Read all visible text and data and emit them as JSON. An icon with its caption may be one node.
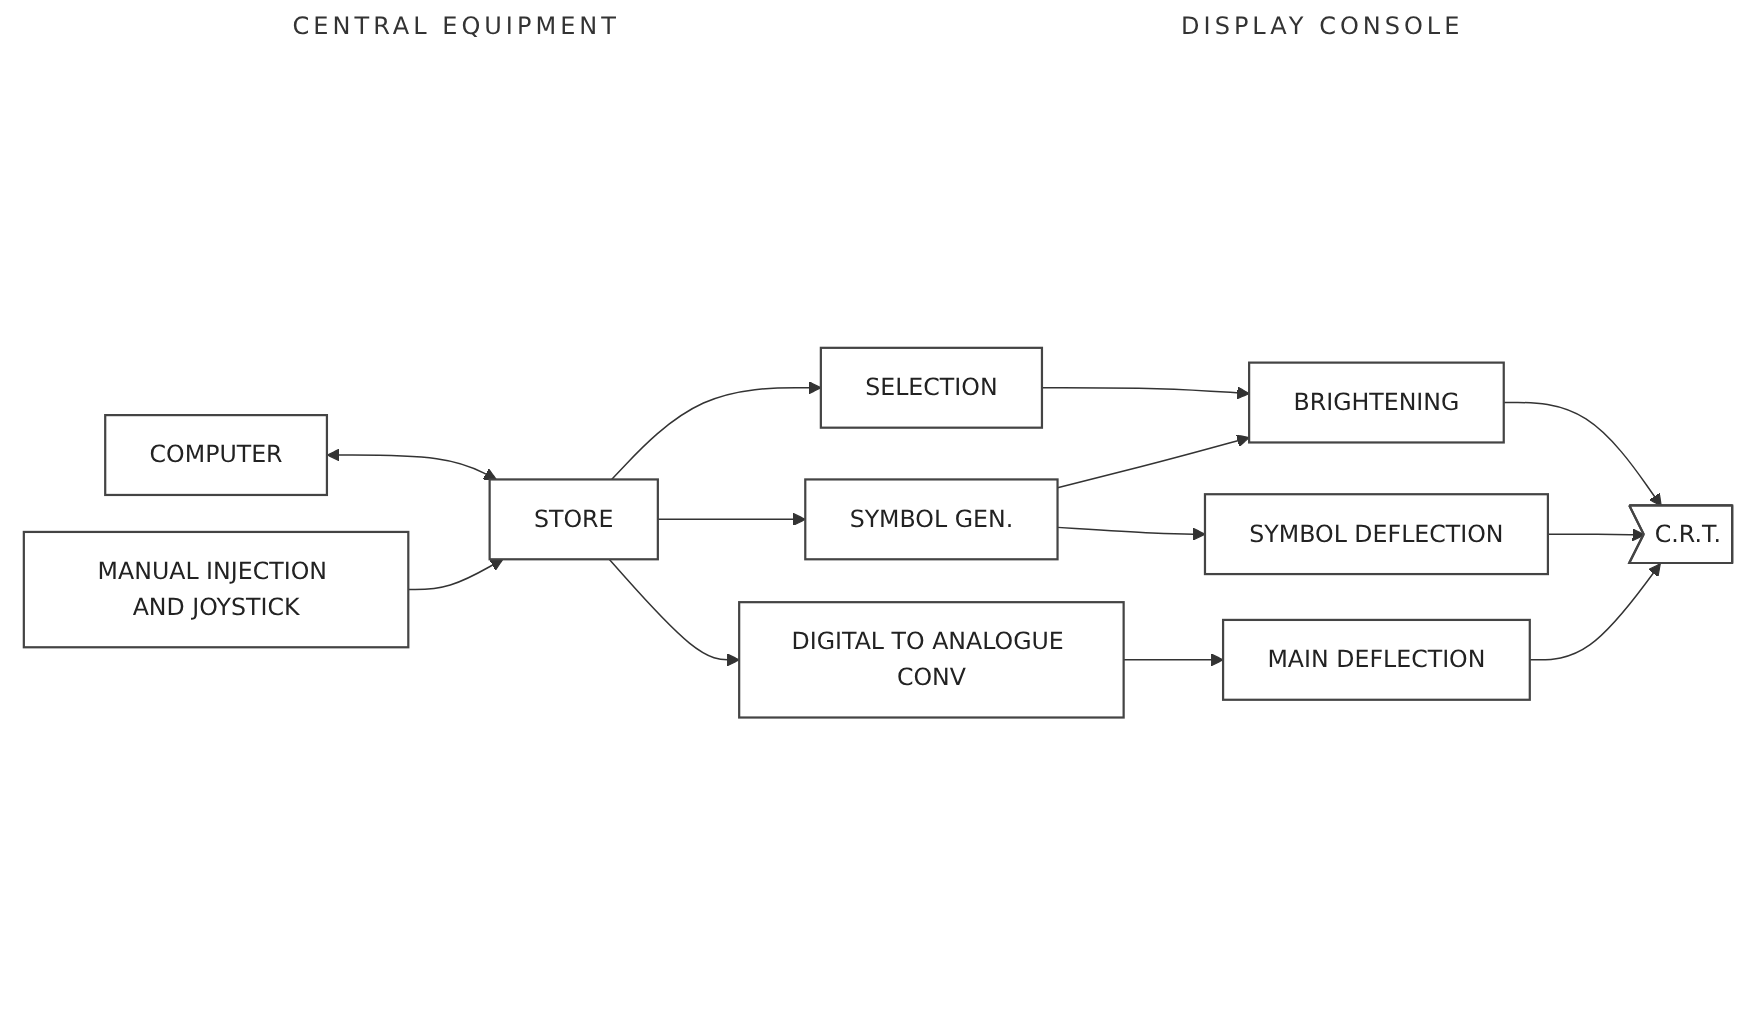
{
  "diagram": {
    "nodes": [
      {
        "text": [
          "COMPUTER"
        ]
      },
      {
        "text": [
          "STORE"
        ]
      },
      {
        "text": [
          "SYMBOL GEN."
        ]
      },
      {
        "text": [
          "DIGITAL TO ANALOGUE CONV"
        ]
      },
      {
        "text": [
          "SELECTION"
        ]
      },
      {
        "text": [
          "BRIGHTENING"
        ]
      },
      {
        "text": [
          "SYMBOL DEFLECTION"
        ]
      },
      {
        "text": [
          "MAIN DEFLECTION"
        ]
      },
      {
        "text": [
          "MANUAL INJECTION AND JOYSTICK"
        ]
      },
      {
        "text": [
          "C.R.T."
        ]
      }
    ],
    "edges": [
      {
        "from": 0,
        "to": 1,
        "arrow": "both"
      },
      {
        "from": 1,
        "to": 4,
        "arrow": "to"
      },
      {
        "from": 1,
        "to": 2,
        "arrow": "to"
      },
      {
        "from": 1,
        "to": 3,
        "arrow": "to"
      },
      {
        "from": 2,
        "to": 5,
        "arrow": "to"
      },
      {
        "from": 2,
        "to": 6,
        "arrow": "to"
      },
      {
        "from": 3,
        "to": 7,
        "arrow": "to"
      },
      {
        "from": 4,
        "to": 5,
        "arrow": "to"
      },
      {
        "from": 5,
        "to": 9,
        "arrow": "to"
      },
      {
        "from": 6,
        "to": 9,
        "arrow": "to"
      },
      {
        "from": 7,
        "to": 9,
        "arrow": "to"
      },
      {
        "from": 8,
        "to": 1,
        "arrow": "to"
      }
    ],
    "labels": [
      "CENTRAL EQUIPMENT",
      "DISPLAY CONSOLE"
    ]
  }
}
